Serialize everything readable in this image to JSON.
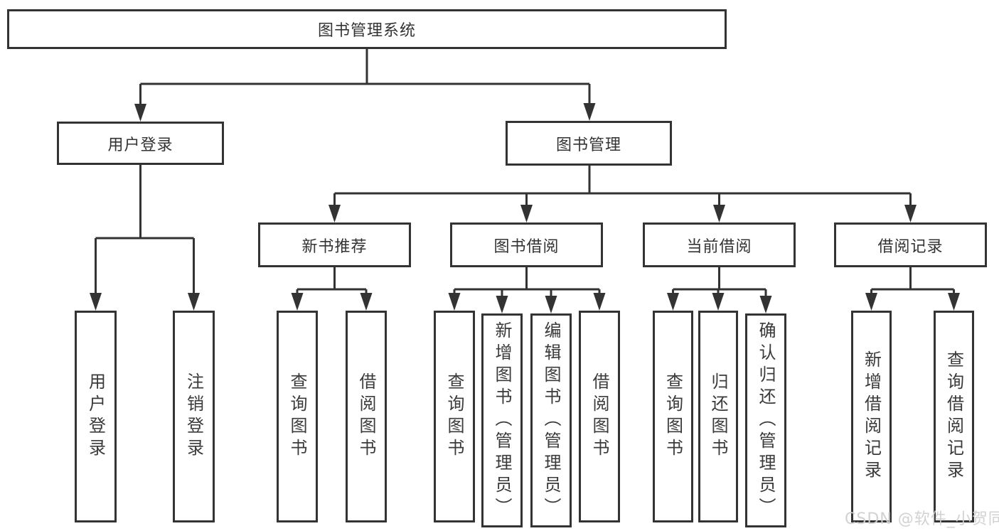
{
  "title": "图书管理系统",
  "watermark": "CSDN @软件_小贺同学",
  "colors": {
    "line": "#333333",
    "box_border": "#333333",
    "box_background": "#ffffff",
    "text": "#333333",
    "watermark": "#d0d0d0"
  },
  "nodes": {
    "root": {
      "label": "图书管理系统"
    },
    "user_login": {
      "label": "用户登录"
    },
    "book_mgmt": {
      "label": "图书管理"
    },
    "new_book_rec": {
      "label": "新书推荐"
    },
    "book_borrow": {
      "label": "图书借阅"
    },
    "current_borrow": {
      "label": "当前借阅"
    },
    "borrow_records": {
      "label": "借阅记录"
    },
    "leaf_user_login": {
      "label": "用户登录"
    },
    "leaf_logout": {
      "label": "注销登录"
    },
    "leaf_rec_query_books": {
      "label": "查询图书"
    },
    "leaf_rec_borrow_books": {
      "label": "借阅图书"
    },
    "leaf_bb_query_books": {
      "label": "查询图书"
    },
    "leaf_bb_add_books": {
      "label": "新增图书（管理员）"
    },
    "leaf_bb_edit_books": {
      "label": "编辑图书（管理员）"
    },
    "leaf_bb_borrow_books": {
      "label": "借阅图书"
    },
    "leaf_cb_query_books": {
      "label": "查询图书"
    },
    "leaf_cb_return_books": {
      "label": "归还图书"
    },
    "leaf_cb_confirm_return": {
      "label": "确认归还（管理员）"
    },
    "leaf_br_add_record": {
      "label": "新增借阅记录"
    },
    "leaf_br_query_record": {
      "label": "查询借阅记录"
    }
  }
}
